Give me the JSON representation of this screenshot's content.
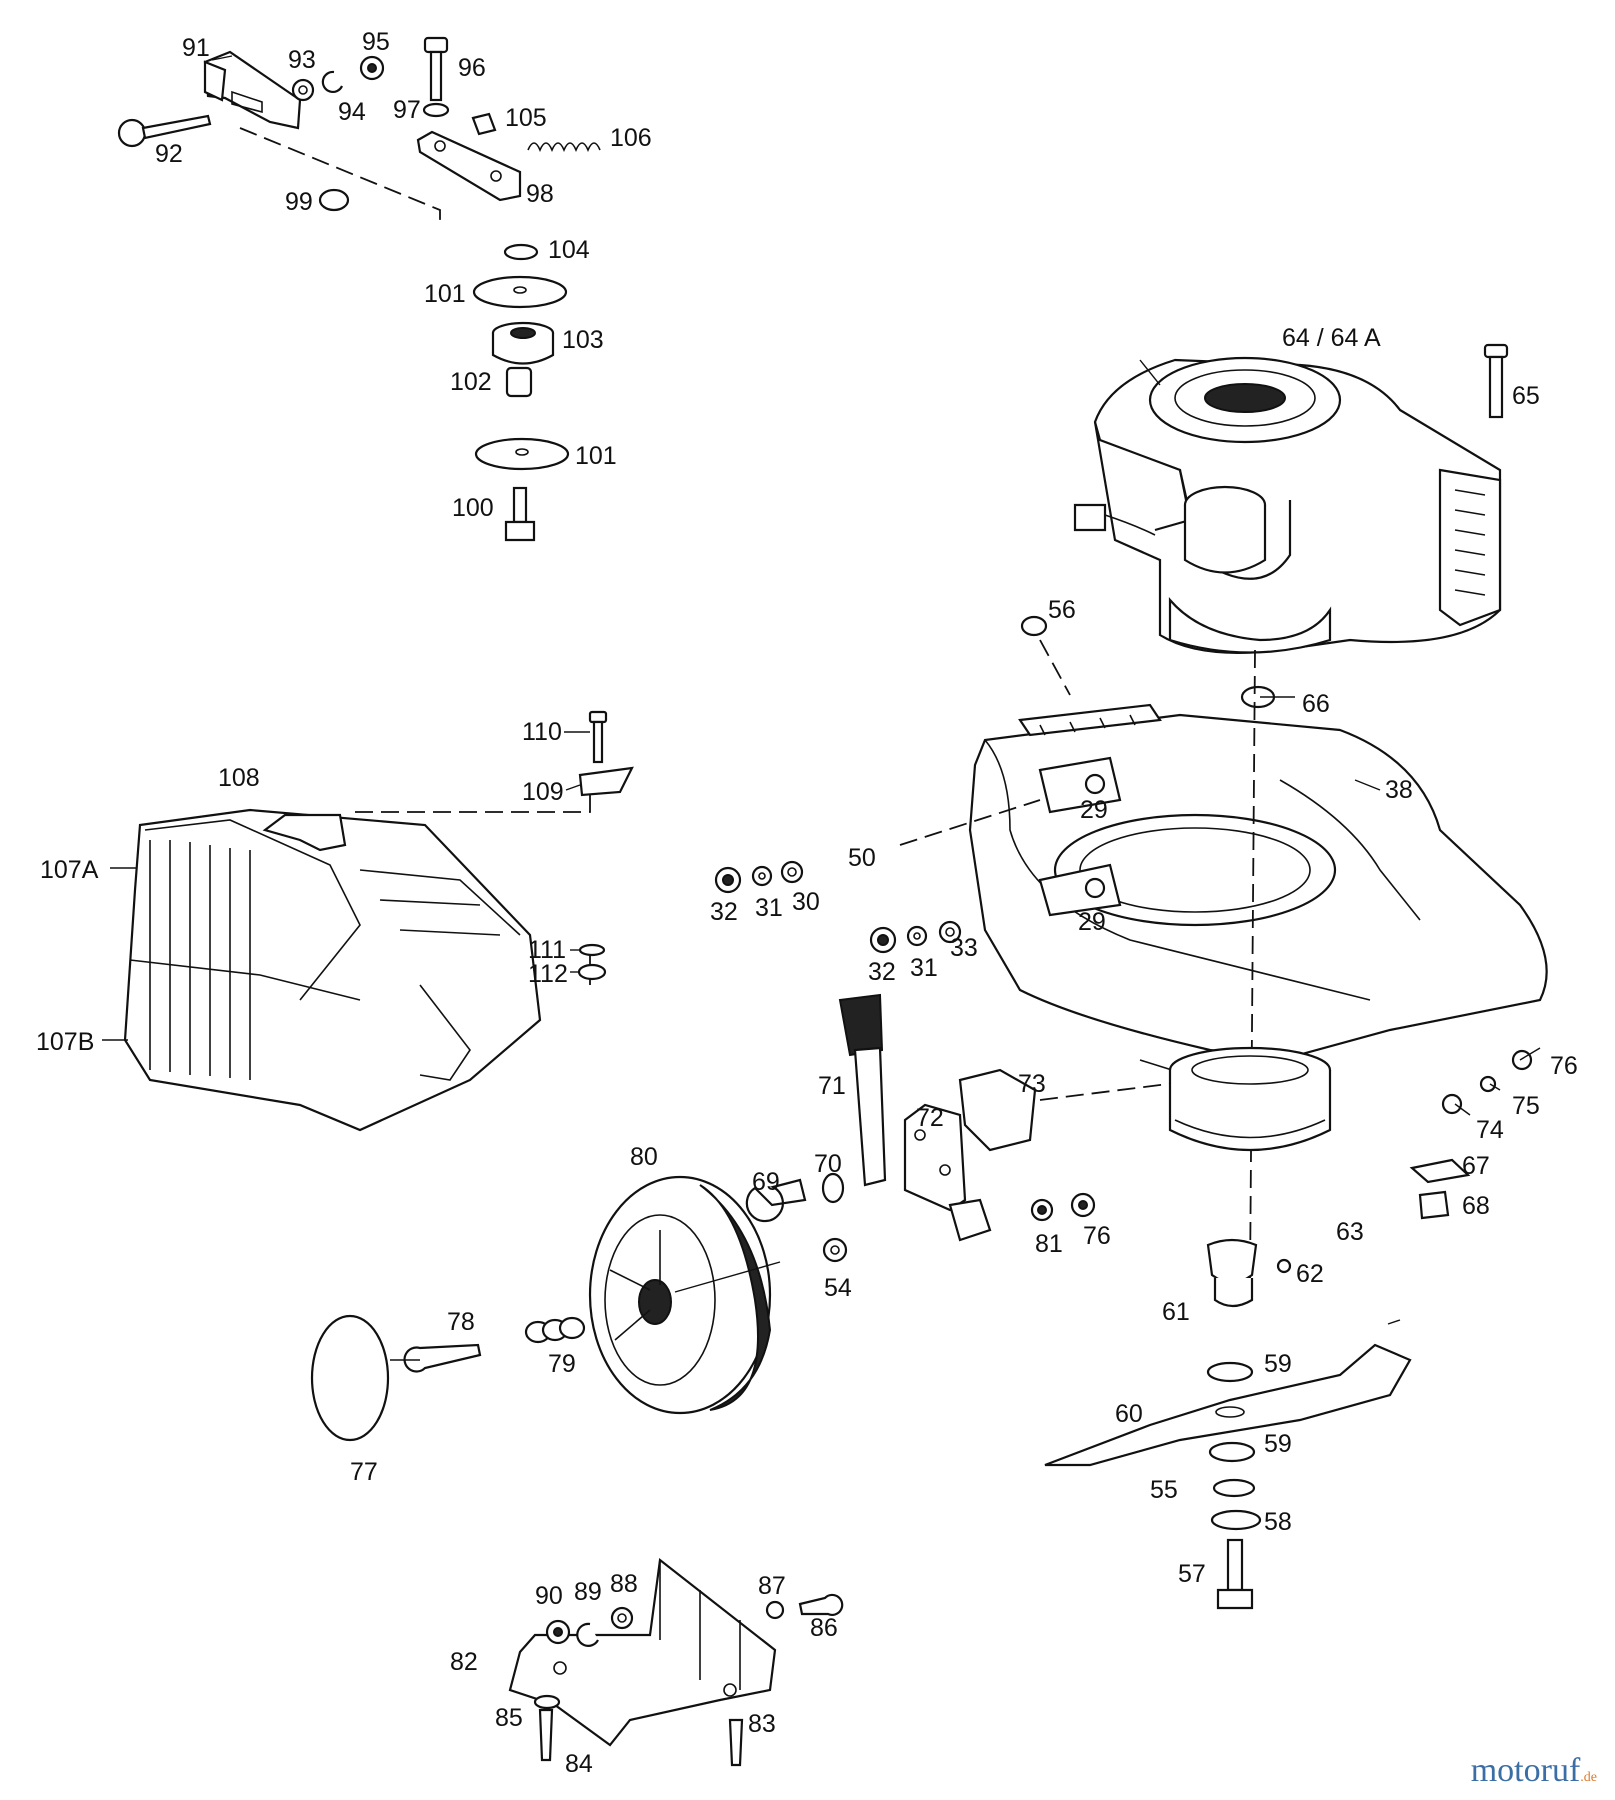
{
  "diagram": {
    "labels": [
      {
        "id": "91",
        "text": "91"
      },
      {
        "id": "92",
        "text": "92"
      },
      {
        "id": "93",
        "text": "93"
      },
      {
        "id": "94",
        "text": "94"
      },
      {
        "id": "95",
        "text": "95"
      },
      {
        "id": "96",
        "text": "96"
      },
      {
        "id": "97",
        "text": "97"
      },
      {
        "id": "98",
        "text": "98"
      },
      {
        "id": "99",
        "text": "99"
      },
      {
        "id": "105",
        "text": "105"
      },
      {
        "id": "106",
        "text": "106"
      },
      {
        "id": "104",
        "text": "104"
      },
      {
        "id": "101a",
        "text": "101"
      },
      {
        "id": "103",
        "text": "103"
      },
      {
        "id": "102",
        "text": "102"
      },
      {
        "id": "101b",
        "text": "101"
      },
      {
        "id": "100",
        "text": "100"
      },
      {
        "id": "64",
        "text": "64 / 64 A"
      },
      {
        "id": "65",
        "text": "65"
      },
      {
        "id": "56",
        "text": "56"
      },
      {
        "id": "66",
        "text": "66"
      },
      {
        "id": "38",
        "text": "38"
      },
      {
        "id": "29a",
        "text": "29"
      },
      {
        "id": "29b",
        "text": "29"
      },
      {
        "id": "110",
        "text": "110"
      },
      {
        "id": "109",
        "text": "109"
      },
      {
        "id": "108",
        "text": "108"
      },
      {
        "id": "107A",
        "text": "107A"
      },
      {
        "id": "107B",
        "text": "107B"
      },
      {
        "id": "111",
        "text": "111"
      },
      {
        "id": "112",
        "text": "112"
      },
      {
        "id": "32a",
        "text": "32"
      },
      {
        "id": "31a",
        "text": "31"
      },
      {
        "id": "30",
        "text": "30"
      },
      {
        "id": "32b",
        "text": "32"
      },
      {
        "id": "31b",
        "text": "31"
      },
      {
        "id": "33",
        "text": "33"
      },
      {
        "id": "71",
        "text": "71"
      },
      {
        "id": "73",
        "text": "73"
      },
      {
        "id": "72",
        "text": "72"
      },
      {
        "id": "70",
        "text": "70"
      },
      {
        "id": "69",
        "text": "69"
      },
      {
        "id": "80",
        "text": "80"
      },
      {
        "id": "81",
        "text": "81"
      },
      {
        "id": "76a",
        "text": "76"
      },
      {
        "id": "76b",
        "text": "76"
      },
      {
        "id": "75",
        "text": "75"
      },
      {
        "id": "74",
        "text": "74"
      },
      {
        "id": "67",
        "text": "67"
      },
      {
        "id": "68",
        "text": "68"
      },
      {
        "id": "63",
        "text": "63"
      },
      {
        "id": "62",
        "text": "62"
      },
      {
        "id": "61",
        "text": "61"
      },
      {
        "id": "54",
        "text": "54"
      },
      {
        "id": "78",
        "text": "78"
      },
      {
        "id": "79",
        "text": "79"
      },
      {
        "id": "77",
        "text": "77"
      },
      {
        "id": "59a",
        "text": "59"
      },
      {
        "id": "60",
        "text": "60"
      },
      {
        "id": "59b",
        "text": "59"
      },
      {
        "id": "55",
        "text": "55"
      },
      {
        "id": "58",
        "text": "58"
      },
      {
        "id": "57",
        "text": "57"
      },
      {
        "id": "90",
        "text": "90"
      },
      {
        "id": "89",
        "text": "89"
      },
      {
        "id": "88",
        "text": "88"
      },
      {
        "id": "87",
        "text": "87"
      },
      {
        "id": "86",
        "text": "86"
      },
      {
        "id": "82",
        "text": "82"
      },
      {
        "id": "85",
        "text": "85"
      },
      {
        "id": "83",
        "text": "83"
      },
      {
        "id": "84",
        "text": "84"
      },
      {
        "id": "50",
        "text": "50"
      }
    ]
  },
  "watermark": {
    "name": "motoruf",
    "tld": ".de"
  }
}
